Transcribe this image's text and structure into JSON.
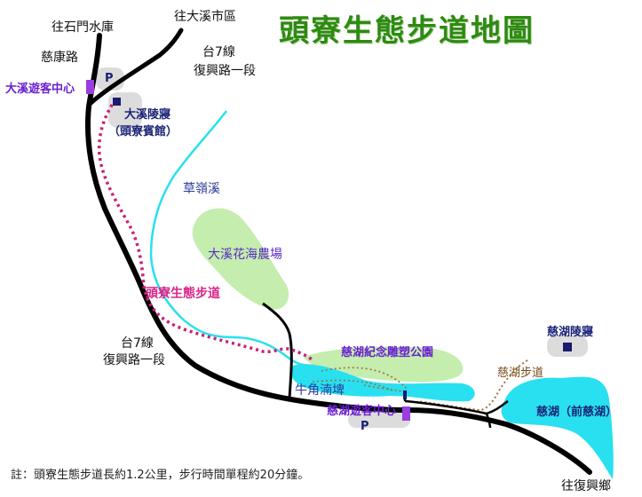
{
  "title": "頭寮生態步道地圖",
  "roads": {
    "to_shimen": "往石門水庫",
    "to_daxi": "往大溪市區",
    "cikang_road": "慈康路",
    "route7_north_a": "台7線",
    "route7_north_b": "復興路一段",
    "route7_mid_a": "台7線",
    "route7_mid_b": "復興路一段",
    "to_fuxing": "往復興鄉"
  },
  "places": {
    "daxi_visitor_center": "大溪遊客中心",
    "parking_north": "P",
    "daxi_mausoleum": "大溪陵寢",
    "toulao_guesthouse": "（頭寮賓館）",
    "caoling_creek": "草嶺溪",
    "flower_farm": "大溪花海農場",
    "trail_label": "頭寮生態步道",
    "sculpture_park": "慈湖紀念雕塑公園",
    "niujiao_pond": "牛角湳埤",
    "cihu_visitor_center": "慈湖遊客中心",
    "parking_south": "P",
    "cihu_mausoleum": "慈湖陵寢",
    "cihu_trail": "慈湖步道",
    "cihu_lake": "慈湖（前慈湖）"
  },
  "note": "註：頭寮生態步道長約1.2公里，步行時間單程約20分鐘。",
  "colors": {
    "title": "#2e8a12",
    "road": "#000000",
    "trail": "#c8207a",
    "water": "#28e0f0",
    "farm": "#c4edae",
    "parking": "#dcdcdc",
    "visitor_center": "#9b3de0",
    "mausoleum": "#1a1a6e",
    "cihu_trail": "#a0703a"
  }
}
